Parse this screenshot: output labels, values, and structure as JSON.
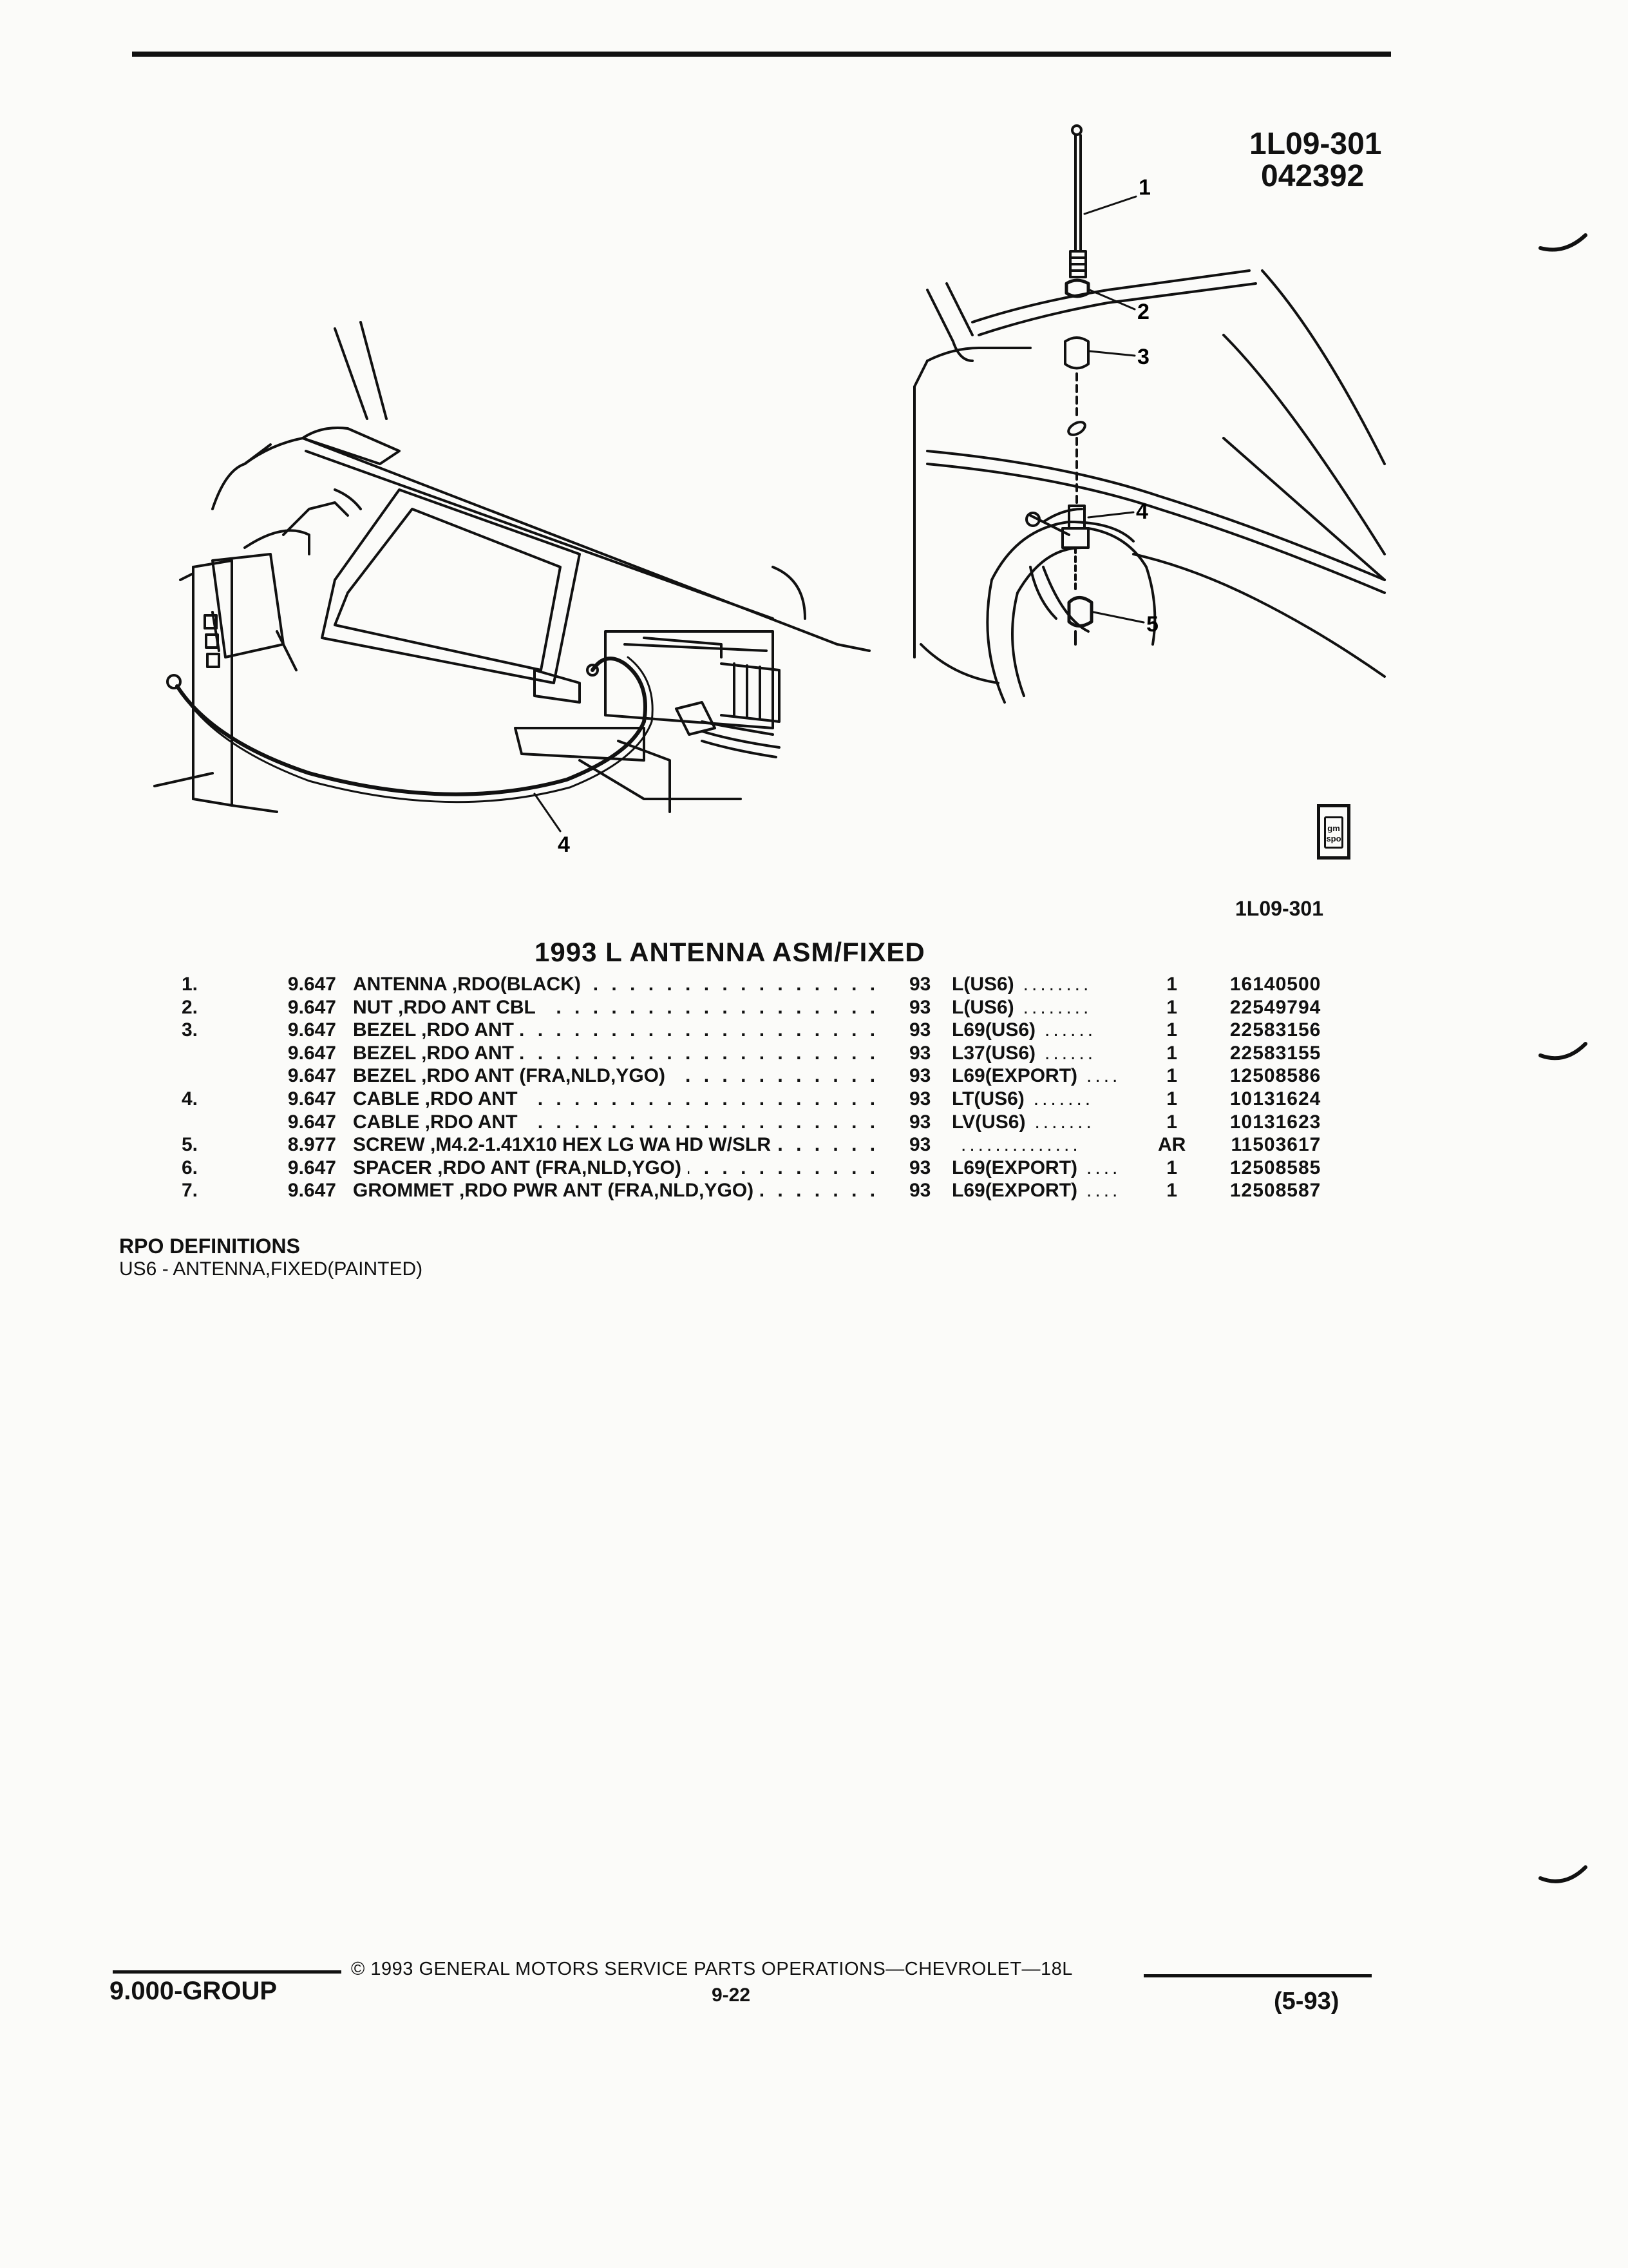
{
  "figure": {
    "code": "1L09-301",
    "date_code": "042392",
    "caption_code": "1L09-301",
    "callouts": [
      "1",
      "2",
      "3",
      "4",
      "5",
      "4"
    ],
    "logo_text": "gm spo"
  },
  "section_title": "1993 L ANTENNA ASM/FIXED",
  "parts": [
    {
      "num": "1.",
      "group": "9.647",
      "desc": "ANTENNA ,RDO(BLACK)",
      "year": "93",
      "usage": "L(US6)",
      "qty": "1",
      "part_no": "16140500"
    },
    {
      "num": "2.",
      "group": "9.647",
      "desc": "NUT ,RDO ANT CBL",
      "year": "93",
      "usage": "L(US6)",
      "qty": "1",
      "part_no": "22549794"
    },
    {
      "num": "3.",
      "group": "9.647",
      "desc": "BEZEL ,RDO ANT",
      "year": "93",
      "usage": "L69(US6)",
      "qty": "1",
      "part_no": "22583156"
    },
    {
      "num": "",
      "group": "9.647",
      "desc": "BEZEL ,RDO ANT",
      "year": "93",
      "usage": "L37(US6)",
      "qty": "1",
      "part_no": "22583155"
    },
    {
      "num": "",
      "group": "9.647",
      "desc": "BEZEL ,RDO ANT (FRA,NLD,YGO)",
      "year": "93",
      "usage": "L69(EXPORT)",
      "qty": "1",
      "part_no": "12508586"
    },
    {
      "num": "4.",
      "group": "9.647",
      "desc": "CABLE ,RDO ANT",
      "year": "93",
      "usage": "LT(US6)",
      "qty": "1",
      "part_no": "10131624"
    },
    {
      "num": "",
      "group": "9.647",
      "desc": "CABLE ,RDO ANT",
      "year": "93",
      "usage": "LV(US6)",
      "qty": "1",
      "part_no": "10131623"
    },
    {
      "num": "5.",
      "group": "8.977",
      "desc": "SCREW ,M4.2-1.41X10 HEX LG WA HD W/SLR",
      "year": "93",
      "usage": "",
      "qty": "AR",
      "part_no": "11503617"
    },
    {
      "num": "6.",
      "group": "9.647",
      "desc": "SPACER ,RDO ANT (FRA,NLD,YGO)",
      "year": "93",
      "usage": "L69(EXPORT)",
      "qty": "1",
      "part_no": "12508585"
    },
    {
      "num": "7.",
      "group": "9.647",
      "desc": "GROMMET ,RDO PWR ANT (FRA,NLD,YGO)",
      "year": "93",
      "usage": "L69(EXPORT)",
      "qty": "1",
      "part_no": "12508587"
    }
  ],
  "rpo": {
    "heading": "RPO DEFINITIONS",
    "definition": "US6 - ANTENNA,FIXED(PAINTED)"
  },
  "footer": {
    "group": "9.000-GROUP",
    "copyright": "© 1993 GENERAL MOTORS SERVICE PARTS OPERATIONS—CHEVROLET—18L",
    "page": "9-22",
    "date": "(5-93)"
  }
}
